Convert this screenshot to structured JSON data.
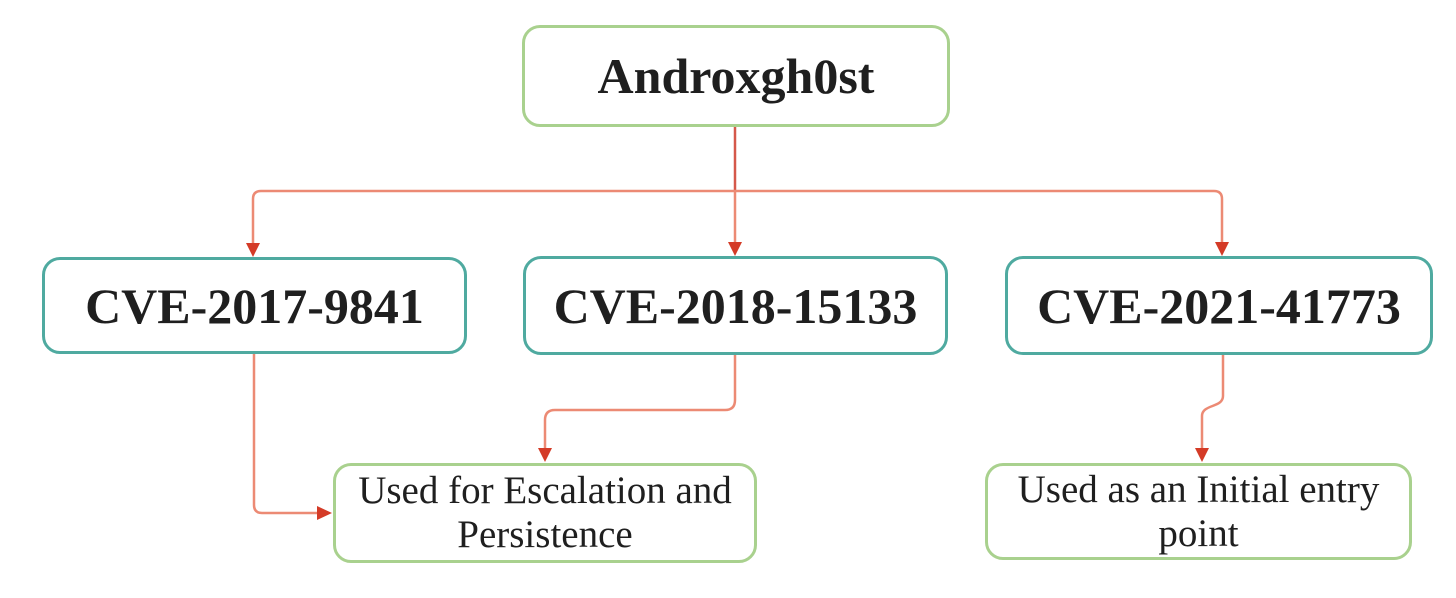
{
  "diagram": {
    "nodes": {
      "root": {
        "label": "Androxgh0st"
      },
      "cve1": {
        "label": "CVE-2017-9841"
      },
      "cve2": {
        "label": "CVE-2018-15133"
      },
      "cve3": {
        "label": "CVE-2021-41773"
      },
      "note_escalation": {
        "label": "Used for Escalation and Persistence"
      },
      "note_entry": {
        "label": "Used as an Initial entry point"
      }
    },
    "edges": [
      {
        "from": "Androxgh0st",
        "to": "CVE-2017-9841"
      },
      {
        "from": "Androxgh0st",
        "to": "CVE-2018-15133"
      },
      {
        "from": "Androxgh0st",
        "to": "CVE-2021-41773"
      },
      {
        "from": "CVE-2017-9841",
        "to": "Used for Escalation and Persistence"
      },
      {
        "from": "CVE-2018-15133",
        "to": "Used for Escalation and Persistence"
      },
      {
        "from": "CVE-2021-41773",
        "to": "Used as an Initial entry point"
      }
    ],
    "colors": {
      "root_border": "#a9d18e",
      "cve_border": "#4faaa0",
      "note_border": "#a9d18e",
      "connector": "#ec8a74",
      "connector_dark": "#d5584a",
      "arrowhead": "#d43b27",
      "text": "#1f1f1f",
      "background": "#ffffff"
    }
  }
}
